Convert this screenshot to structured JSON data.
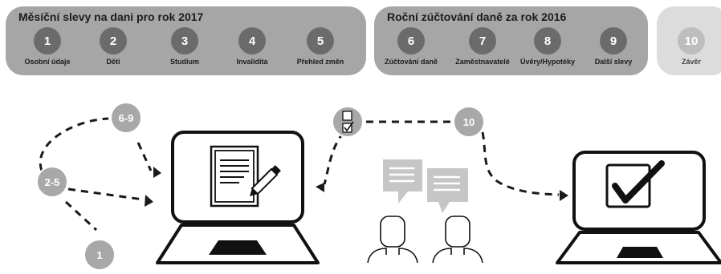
{
  "monthly": {
    "title": "Měsíční slevy na dani pro rok 2017",
    "steps": [
      {
        "number": "1",
        "label": "Osobní údaje"
      },
      {
        "number": "2",
        "label": "Děti"
      },
      {
        "number": "3",
        "label": "Studium"
      },
      {
        "number": "4",
        "label": "Invalidita"
      },
      {
        "number": "5",
        "label": "Přehled změn"
      }
    ]
  },
  "annual": {
    "title": "Roční zúčtování daně za rok 2016",
    "steps": [
      {
        "number": "6",
        "label": "Zúčtování daně"
      },
      {
        "number": "7",
        "label": "Zaměstnavatelé"
      },
      {
        "number": "8",
        "label": "Úvěry/Hypotéky"
      },
      {
        "number": "9",
        "label": "Další slevy"
      }
    ]
  },
  "final": {
    "steps": [
      {
        "number": "10",
        "label": "Závěr"
      }
    ]
  },
  "illustration": {
    "badges": {
      "steps_6_9": "6-9",
      "steps_2_5": "2-5",
      "step_1": "1",
      "step_10": "10"
    }
  },
  "colors": {
    "panel": "#a6a6a6",
    "panel_light": "#dcdcdc",
    "step_circle": "#6b6b6b",
    "step_circle_light": "#bdbdbd",
    "badge": "#a8a8a8",
    "ink": "#1c1c1c"
  }
}
